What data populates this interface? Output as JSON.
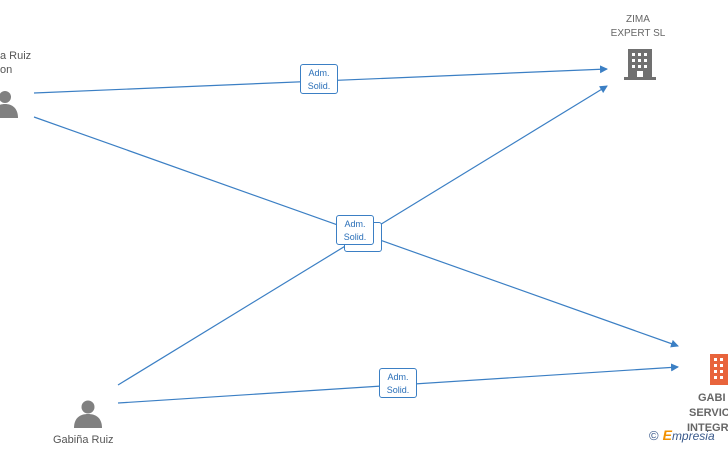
{
  "people": {
    "person_top": {
      "label_line1": "a Ruiz",
      "label_line2": "on"
    },
    "person_bottom": {
      "label": "Gabiña Ruiz"
    }
  },
  "companies": {
    "zima": {
      "line1": "ZIMA",
      "line2": "EXPERT  SL"
    },
    "gabi": {
      "line1": "GABI",
      "line2": "SERVIC",
      "line3": "INTEGRA"
    }
  },
  "relations": [
    {
      "line1": "Adm.",
      "line2": "Solid."
    },
    {
      "line1": "Adm.",
      "line2": "Solid."
    },
    {
      "line1": "Adm.",
      "line2": "Solid."
    }
  ],
  "colors": {
    "edge": "#3b7fc4",
    "person_icon": "#808080",
    "company_grey": "#707070",
    "company_red": "#e8643c"
  },
  "watermark": {
    "copyright": "©",
    "brand_initial": "E",
    "brand_rest": "mpresia"
  }
}
